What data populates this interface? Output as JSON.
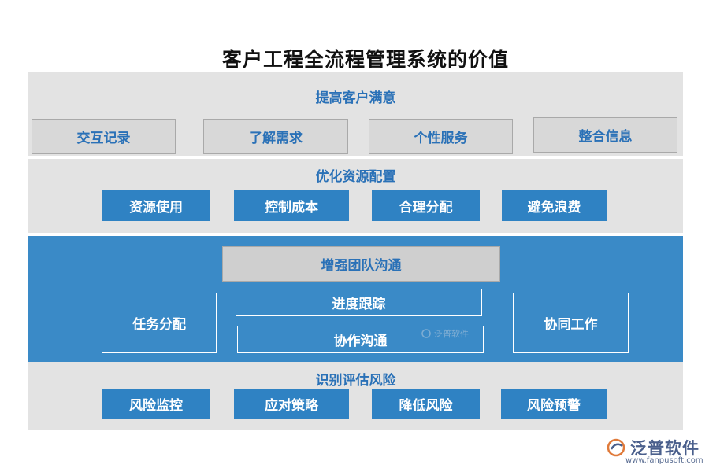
{
  "title": "客户工程全流程管理系统的价值",
  "sections": {
    "satisfaction": {
      "label": "提高客户满意",
      "items": [
        "交互记录",
        "了解需求",
        "个性服务",
        "整合信息"
      ]
    },
    "resources": {
      "label": "优化资源配置",
      "items": [
        "资源使用",
        "控制成本",
        "合理分配",
        "避免浪费"
      ]
    },
    "team": {
      "label": "增强团队沟通",
      "left": "任务分配",
      "center": [
        "进度跟踪",
        "协作沟通"
      ],
      "right": "协同工作"
    },
    "risk": {
      "label": "识别评估风险",
      "items": [
        "风险监控",
        "应对策略",
        "降低风险",
        "风险预警"
      ]
    }
  },
  "watermark": "泛普软件",
  "logo": {
    "text": "泛普软件",
    "url": "www.fanpusoft.com"
  },
  "colors": {
    "accent_blue": "#2f82c3",
    "band_blue": "#3a8ac7",
    "label_blue": "#2a71b7",
    "band_grey": "#e3e3e3"
  },
  "icons": [
    "logo-icon"
  ]
}
